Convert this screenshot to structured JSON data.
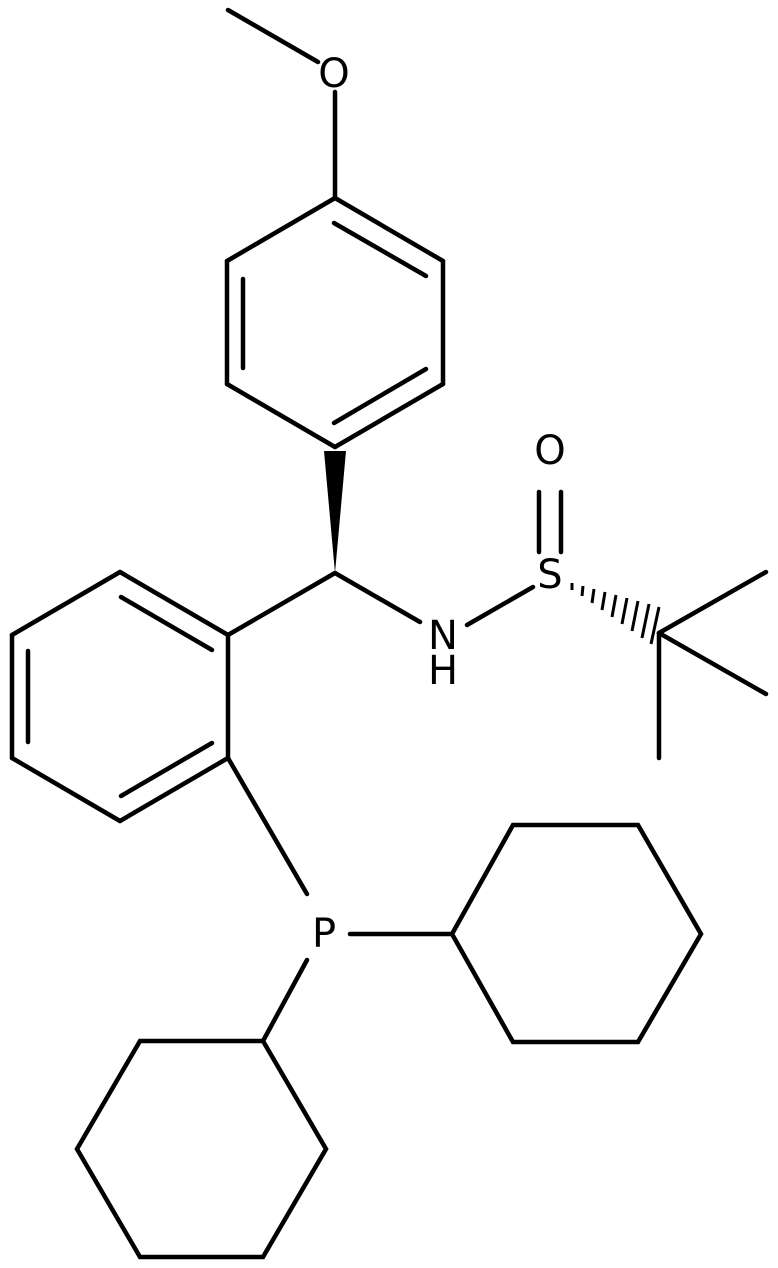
{
  "atoms": {
    "methoxy_o": "O",
    "sulfinyl_o": "O",
    "sulfur": "S",
    "amine_n": "N",
    "amine_h": "H",
    "phosphorus": "P"
  },
  "colors": {
    "bond": "#000000",
    "background": "#ffffff"
  }
}
